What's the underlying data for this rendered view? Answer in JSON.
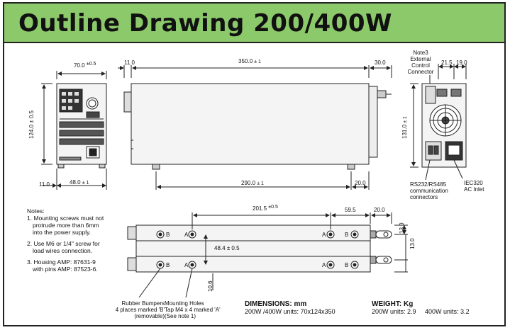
{
  "title": "Outline Drawing 200/400W",
  "dims": {
    "front_width": "70.0",
    "front_width_tol": "±0.5",
    "front_height": "124.0 ± 0.5",
    "front_offset": "11.0",
    "front_bottom": "48.0",
    "front_bottom_tol": "± 1",
    "side_left": "11.0",
    "side_length": "350.0",
    "side_length_tol": "± 1",
    "side_right": "30.0",
    "side_bottom": "290.0",
    "side_bottom_tol": "± 1",
    "side_bottom_right": "20.0",
    "rear_a": "21.5",
    "rear_b": "19.0",
    "rear_height": "131.0",
    "rear_height_tol": "± 1",
    "bottom_a": "201.5",
    "bottom_a_tol": "±0.5",
    "bottom_b": "59.5",
    "bottom_c": "20.0",
    "bottom_d": "13.0",
    "bottom_e": "13.0",
    "bottom_mid": "48.4",
    "bottom_mid_tol": "± 0.5",
    "bottom_f": "10.6"
  },
  "labels": {
    "note3": [
      "Note3",
      "External",
      "Control",
      "Connector"
    ],
    "rs232": [
      "RS232/RS485",
      "communication",
      "connectors"
    ],
    "iec": [
      "IEC320",
      "AC Inlet"
    ],
    "rubber": [
      "Rubber Bumpers",
      "4 places marked 'B'",
      "(removable)"
    ],
    "mounting": [
      "Mounting Holes",
      "Tap M4 x 4 marked 'A'",
      "(See note 1)"
    ],
    "hole_b": "B",
    "hole_a": "A"
  },
  "notes": {
    "heading": "Notes:",
    "items": [
      [
        "1. Mounting screws must not",
        "    protrude more than 6mm",
        "    into the power supply."
      ],
      [
        "2. Use M6 or 1/4\" screw for",
        "    load wires connection."
      ],
      [
        "3. Housing AMP: 87631-9",
        "    with pins AMP: 87523-6."
      ]
    ]
  },
  "dimensions_block": {
    "heading": "DIMENSIONS: mm",
    "text": "200W /400W units: 70x124x350"
  },
  "weight_block": {
    "heading": "WEIGHT: Kg",
    "text": "200W units: 2.9     400W units: 3.2"
  },
  "colors": {
    "header_bg": "#8cc96a",
    "line": "#222222"
  }
}
